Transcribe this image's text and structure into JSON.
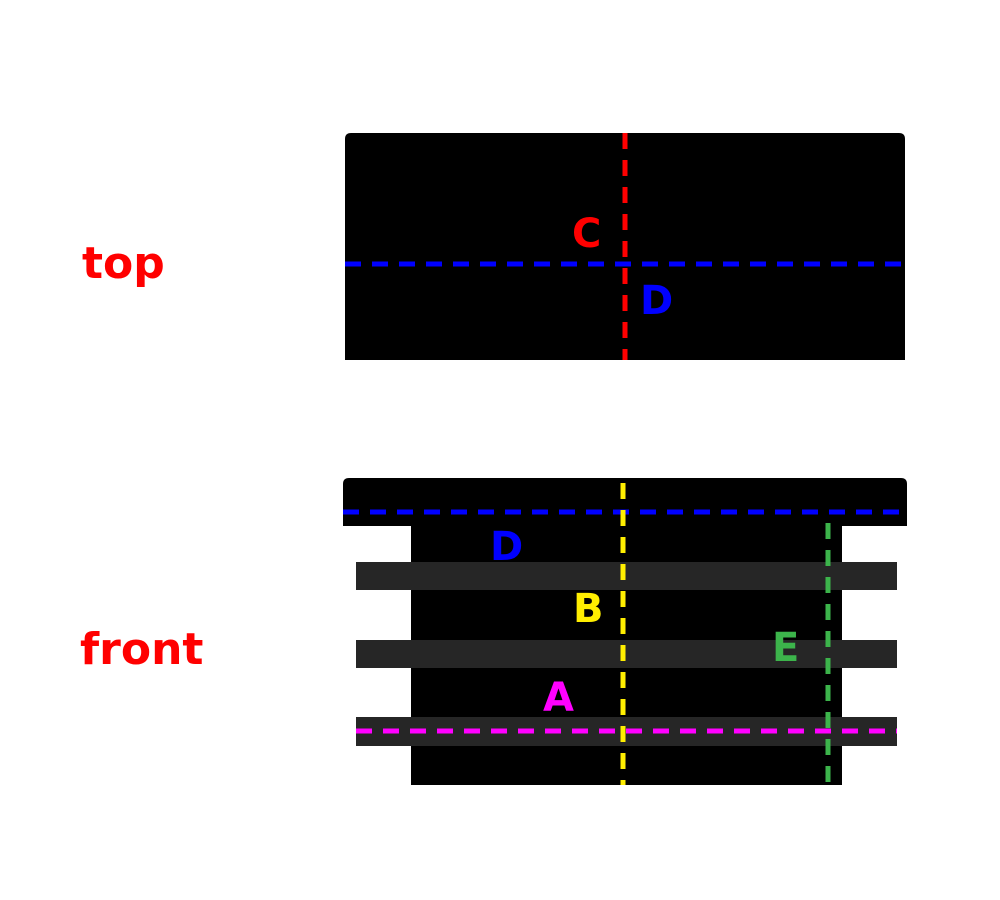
{
  "views": {
    "top": {
      "label": "top",
      "color": "#ff0000"
    },
    "front": {
      "label": "front",
      "color": "#ff0000"
    }
  },
  "object_colors": {
    "body": "#000000",
    "fin": "#262626"
  },
  "lines": {
    "A": {
      "label": "A",
      "color": "#ff00ff",
      "view": "front"
    },
    "B": {
      "label": "B",
      "color": "#ffee00",
      "view": "front"
    },
    "C": {
      "label": "C",
      "color": "#ff0000",
      "view": "top"
    },
    "D_top": {
      "label": "D",
      "color": "#0000ff",
      "view": "top"
    },
    "D_front": {
      "label": "D",
      "color": "#0000ff",
      "view": "front"
    },
    "E": {
      "label": "E",
      "color": "#3cb44b",
      "view": "front"
    }
  }
}
